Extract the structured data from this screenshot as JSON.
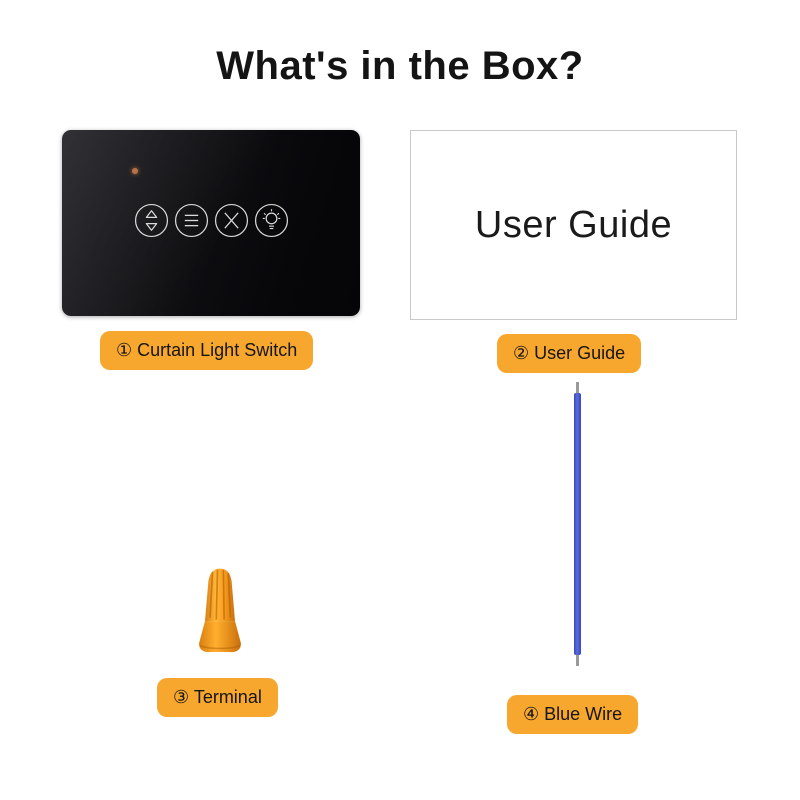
{
  "title": "What's in the Box?",
  "items": [
    {
      "id": "curtain-light-switch",
      "label": "① Curtain Light Switch"
    },
    {
      "id": "user-guide",
      "label": "② User Guide"
    },
    {
      "id": "terminal",
      "label": "③ Terminal"
    },
    {
      "id": "blue-wire",
      "label": "④ Blue Wire"
    }
  ],
  "user_guide": {
    "text": "User Guide"
  },
  "colors": {
    "label_background": "#f7a62e",
    "wire_blue": "#4a5ad0",
    "switch_black": "#0a0a0d",
    "terminal_orange": "#f59a1e",
    "led_orange": "#b36a3c"
  }
}
